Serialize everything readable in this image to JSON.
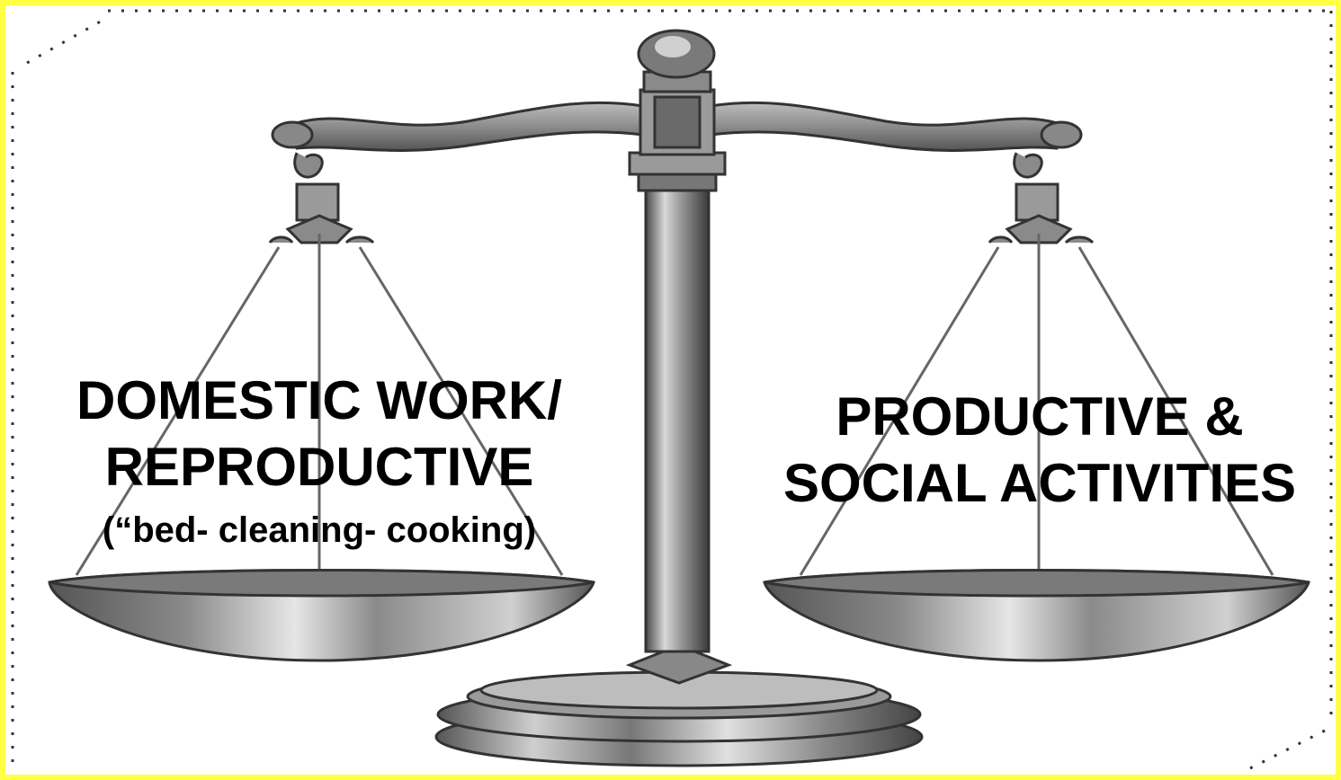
{
  "background_color": "#ffff44",
  "panel_color": "#ffffff",
  "scale_colors": {
    "light": "#d8d8d8",
    "mid": "#9a9a9a",
    "dark": "#4a4a4a",
    "outline": "#333333"
  },
  "left_pan": {
    "line1": "DOMESTIC WORK/",
    "line2": "REPRODUCTIVE",
    "line3": "(“bed- cleaning- cooking)"
  },
  "right_pan": {
    "line1": "PRODUCTIVE &",
    "line2": "SOCIAL ACTIVITIES"
  }
}
